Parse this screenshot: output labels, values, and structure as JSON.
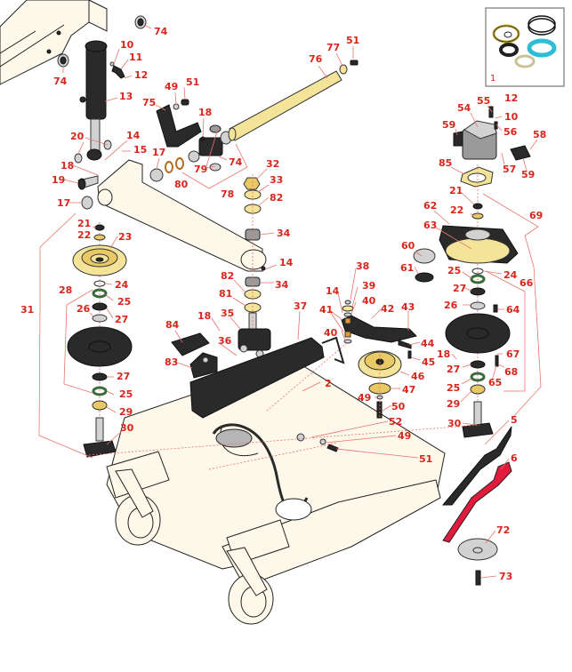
{
  "diagram": {
    "title": "Mower Deck Exploded Parts Diagram",
    "accent_color": "#d8261c",
    "leader_color": "#e8736c",
    "inset": {
      "label": "1",
      "description": "seal-kit"
    },
    "callouts": [
      {
        "id": "c74a",
        "label": "74"
      },
      {
        "id": "c74b",
        "label": "74"
      },
      {
        "id": "c10a",
        "label": "10"
      },
      {
        "id": "c11",
        "label": "11"
      },
      {
        "id": "c12a",
        "label": "12"
      },
      {
        "id": "c13",
        "label": "13"
      },
      {
        "id": "c49a",
        "label": "49"
      },
      {
        "id": "c51a",
        "label": "51"
      },
      {
        "id": "c75",
        "label": "75"
      },
      {
        "id": "c18a",
        "label": "18"
      },
      {
        "id": "c20",
        "label": "20"
      },
      {
        "id": "c14a",
        "label": "14"
      },
      {
        "id": "c15",
        "label": "15"
      },
      {
        "id": "c17a",
        "label": "17"
      },
      {
        "id": "c74c",
        "label": "74"
      },
      {
        "id": "c79",
        "label": "79"
      },
      {
        "id": "c80",
        "label": "80"
      },
      {
        "id": "c78",
        "label": "78"
      },
      {
        "id": "c18b",
        "label": "18"
      },
      {
        "id": "c19",
        "label": "19"
      },
      {
        "id": "c17b",
        "label": "17"
      },
      {
        "id": "c32",
        "label": "32"
      },
      {
        "id": "c33",
        "label": "33"
      },
      {
        "id": "c82a",
        "label": "82"
      },
      {
        "id": "c76",
        "label": "76"
      },
      {
        "id": "c77",
        "label": "77"
      },
      {
        "id": "c51b",
        "label": "51"
      },
      {
        "id": "c55",
        "label": "55"
      },
      {
        "id": "c12b",
        "label": "12"
      },
      {
        "id": "c54",
        "label": "54"
      },
      {
        "id": "c10b",
        "label": "10"
      },
      {
        "id": "c59a",
        "label": "59"
      },
      {
        "id": "c56",
        "label": "56"
      },
      {
        "id": "c58",
        "label": "58"
      },
      {
        "id": "c85",
        "label": "85"
      },
      {
        "id": "c57",
        "label": "57"
      },
      {
        "id": "c59b",
        "label": "59"
      },
      {
        "id": "c21a",
        "label": "21"
      },
      {
        "id": "c62",
        "label": "62"
      },
      {
        "id": "c22a",
        "label": "22"
      },
      {
        "id": "c69",
        "label": "69"
      },
      {
        "id": "c63",
        "label": "63"
      },
      {
        "id": "c21b",
        "label": "21"
      },
      {
        "id": "c22b",
        "label": "22"
      },
      {
        "id": "c23",
        "label": "23"
      },
      {
        "id": "c34a",
        "label": "34"
      },
      {
        "id": "c14b",
        "label": "14"
      },
      {
        "id": "c31",
        "label": "31"
      },
      {
        "id": "c28",
        "label": "28"
      },
      {
        "id": "c24a",
        "label": "24"
      },
      {
        "id": "c25a",
        "label": "25"
      },
      {
        "id": "c26a",
        "label": "26"
      },
      {
        "id": "c27a",
        "label": "27"
      },
      {
        "id": "c82b",
        "label": "82"
      },
      {
        "id": "c34b",
        "label": "34"
      },
      {
        "id": "c81",
        "label": "81"
      },
      {
        "id": "c35",
        "label": "35"
      },
      {
        "id": "c84",
        "label": "84"
      },
      {
        "id": "c18c",
        "label": "18"
      },
      {
        "id": "c36",
        "label": "36"
      },
      {
        "id": "c83",
        "label": "83"
      },
      {
        "id": "c27b",
        "label": "27"
      },
      {
        "id": "c25b",
        "label": "25"
      },
      {
        "id": "c29a",
        "label": "29"
      },
      {
        "id": "c30a",
        "label": "30"
      },
      {
        "id": "c60",
        "label": "60"
      },
      {
        "id": "c61",
        "label": "61"
      },
      {
        "id": "c25c",
        "label": "25"
      },
      {
        "id": "c24b",
        "label": "24"
      },
      {
        "id": "c66",
        "label": "66"
      },
      {
        "id": "c27c",
        "label": "27"
      },
      {
        "id": "c26b",
        "label": "26"
      },
      {
        "id": "c64",
        "label": "64"
      },
      {
        "id": "c38",
        "label": "38"
      },
      {
        "id": "c39",
        "label": "39"
      },
      {
        "id": "c14c",
        "label": "14"
      },
      {
        "id": "c40a",
        "label": "40"
      },
      {
        "id": "c37",
        "label": "37"
      },
      {
        "id": "c41",
        "label": "41"
      },
      {
        "id": "c42",
        "label": "42"
      },
      {
        "id": "c43",
        "label": "43"
      },
      {
        "id": "c40b",
        "label": "40"
      },
      {
        "id": "c44",
        "label": "44"
      },
      {
        "id": "c45",
        "label": "45"
      },
      {
        "id": "c46",
        "label": "46"
      },
      {
        "id": "c18d",
        "label": "18"
      },
      {
        "id": "c67",
        "label": "67"
      },
      {
        "id": "c27d",
        "label": "27"
      },
      {
        "id": "c68",
        "label": "68"
      },
      {
        "id": "c65",
        "label": "65"
      },
      {
        "id": "c25d",
        "label": "25"
      },
      {
        "id": "c2",
        "label": "2"
      },
      {
        "id": "c47",
        "label": "47"
      },
      {
        "id": "c49b",
        "label": "49"
      },
      {
        "id": "c50",
        "label": "50"
      },
      {
        "id": "c29b",
        "label": "29"
      },
      {
        "id": "c52",
        "label": "52"
      },
      {
        "id": "c30b",
        "label": "30"
      },
      {
        "id": "c5",
        "label": "5"
      },
      {
        "id": "c49c",
        "label": "49"
      },
      {
        "id": "c51c",
        "label": "51"
      },
      {
        "id": "c6",
        "label": "6"
      },
      {
        "id": "c72",
        "label": "72"
      },
      {
        "id": "c73",
        "label": "73"
      }
    ]
  }
}
